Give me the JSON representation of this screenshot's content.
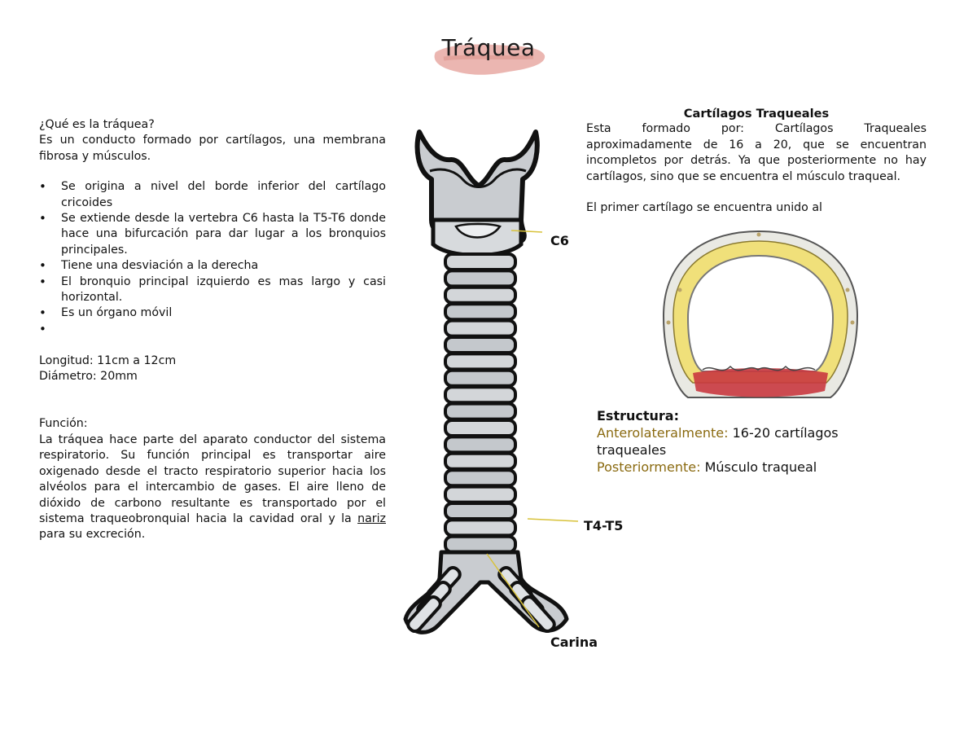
{
  "title": "Tráquea",
  "left": {
    "question": "¿Qué es la tráquea?",
    "definition": "Es un conducto formado por cartílagos, una membrana fibrosa y músculos.",
    "bullets": [
      "Se origina a nivel del borde inferior del cartílago cricoides",
      "Se extiende desde la vertebra C6 hasta la T5-T6 donde hace una bifurcación para dar lugar a los bronquios principales.",
      "Tiene una desviación a la derecha",
      "El bronquio principal izquierdo es mas largo y casi horizontal.",
      "Es un órgano móvil",
      ""
    ],
    "longitud": "Longitud: 11cm a 12cm",
    "diametro": "Diámetro: 20mm",
    "funcion_title": "Función:",
    "funcion_text_a": "La tráquea hace parte del aparato conductor del sistema respiratorio. Su función principal es transportar aire oxigenado desde el tracto respiratorio superior hacia los alvéolos para el intercambio de gases. El aire lleno de dióxido de carbono resultante es transportado por el sistema traqueobronquial hacia la cavidad oral y la",
    "funcion_link": "nariz",
    "funcion_text_b": "para su excreción."
  },
  "right": {
    "title": "Cartílagos Traqueales",
    "para1": "Esta formado por: Cartílagos Traqueales aproximadamente de 16 a 20, que se encuentran incompletos por detrás. Ya que posteriormente no hay cartílagos, sino que se encuentra el músculo traqueal.",
    "para2": "El primer cartílago se encuentra unido al"
  },
  "estructura": {
    "title": "Estructura:",
    "antero_label": "Anterolateralmente:",
    "antero_value": "16-20 cartílagos traqueales",
    "poster_label": "Posteriormente:",
    "poster_value": "Músculo traqueal"
  },
  "labels": {
    "c6": "C6",
    "t4t5": "T4-T5",
    "carina": "Carina"
  },
  "colors": {
    "title_smudge": "#e7a9a3",
    "cartilage": "#c9ccd0",
    "ring_yellow": "#f0e07a",
    "muscle_red": "#c9383f",
    "label_gold": "#8a6a10"
  }
}
